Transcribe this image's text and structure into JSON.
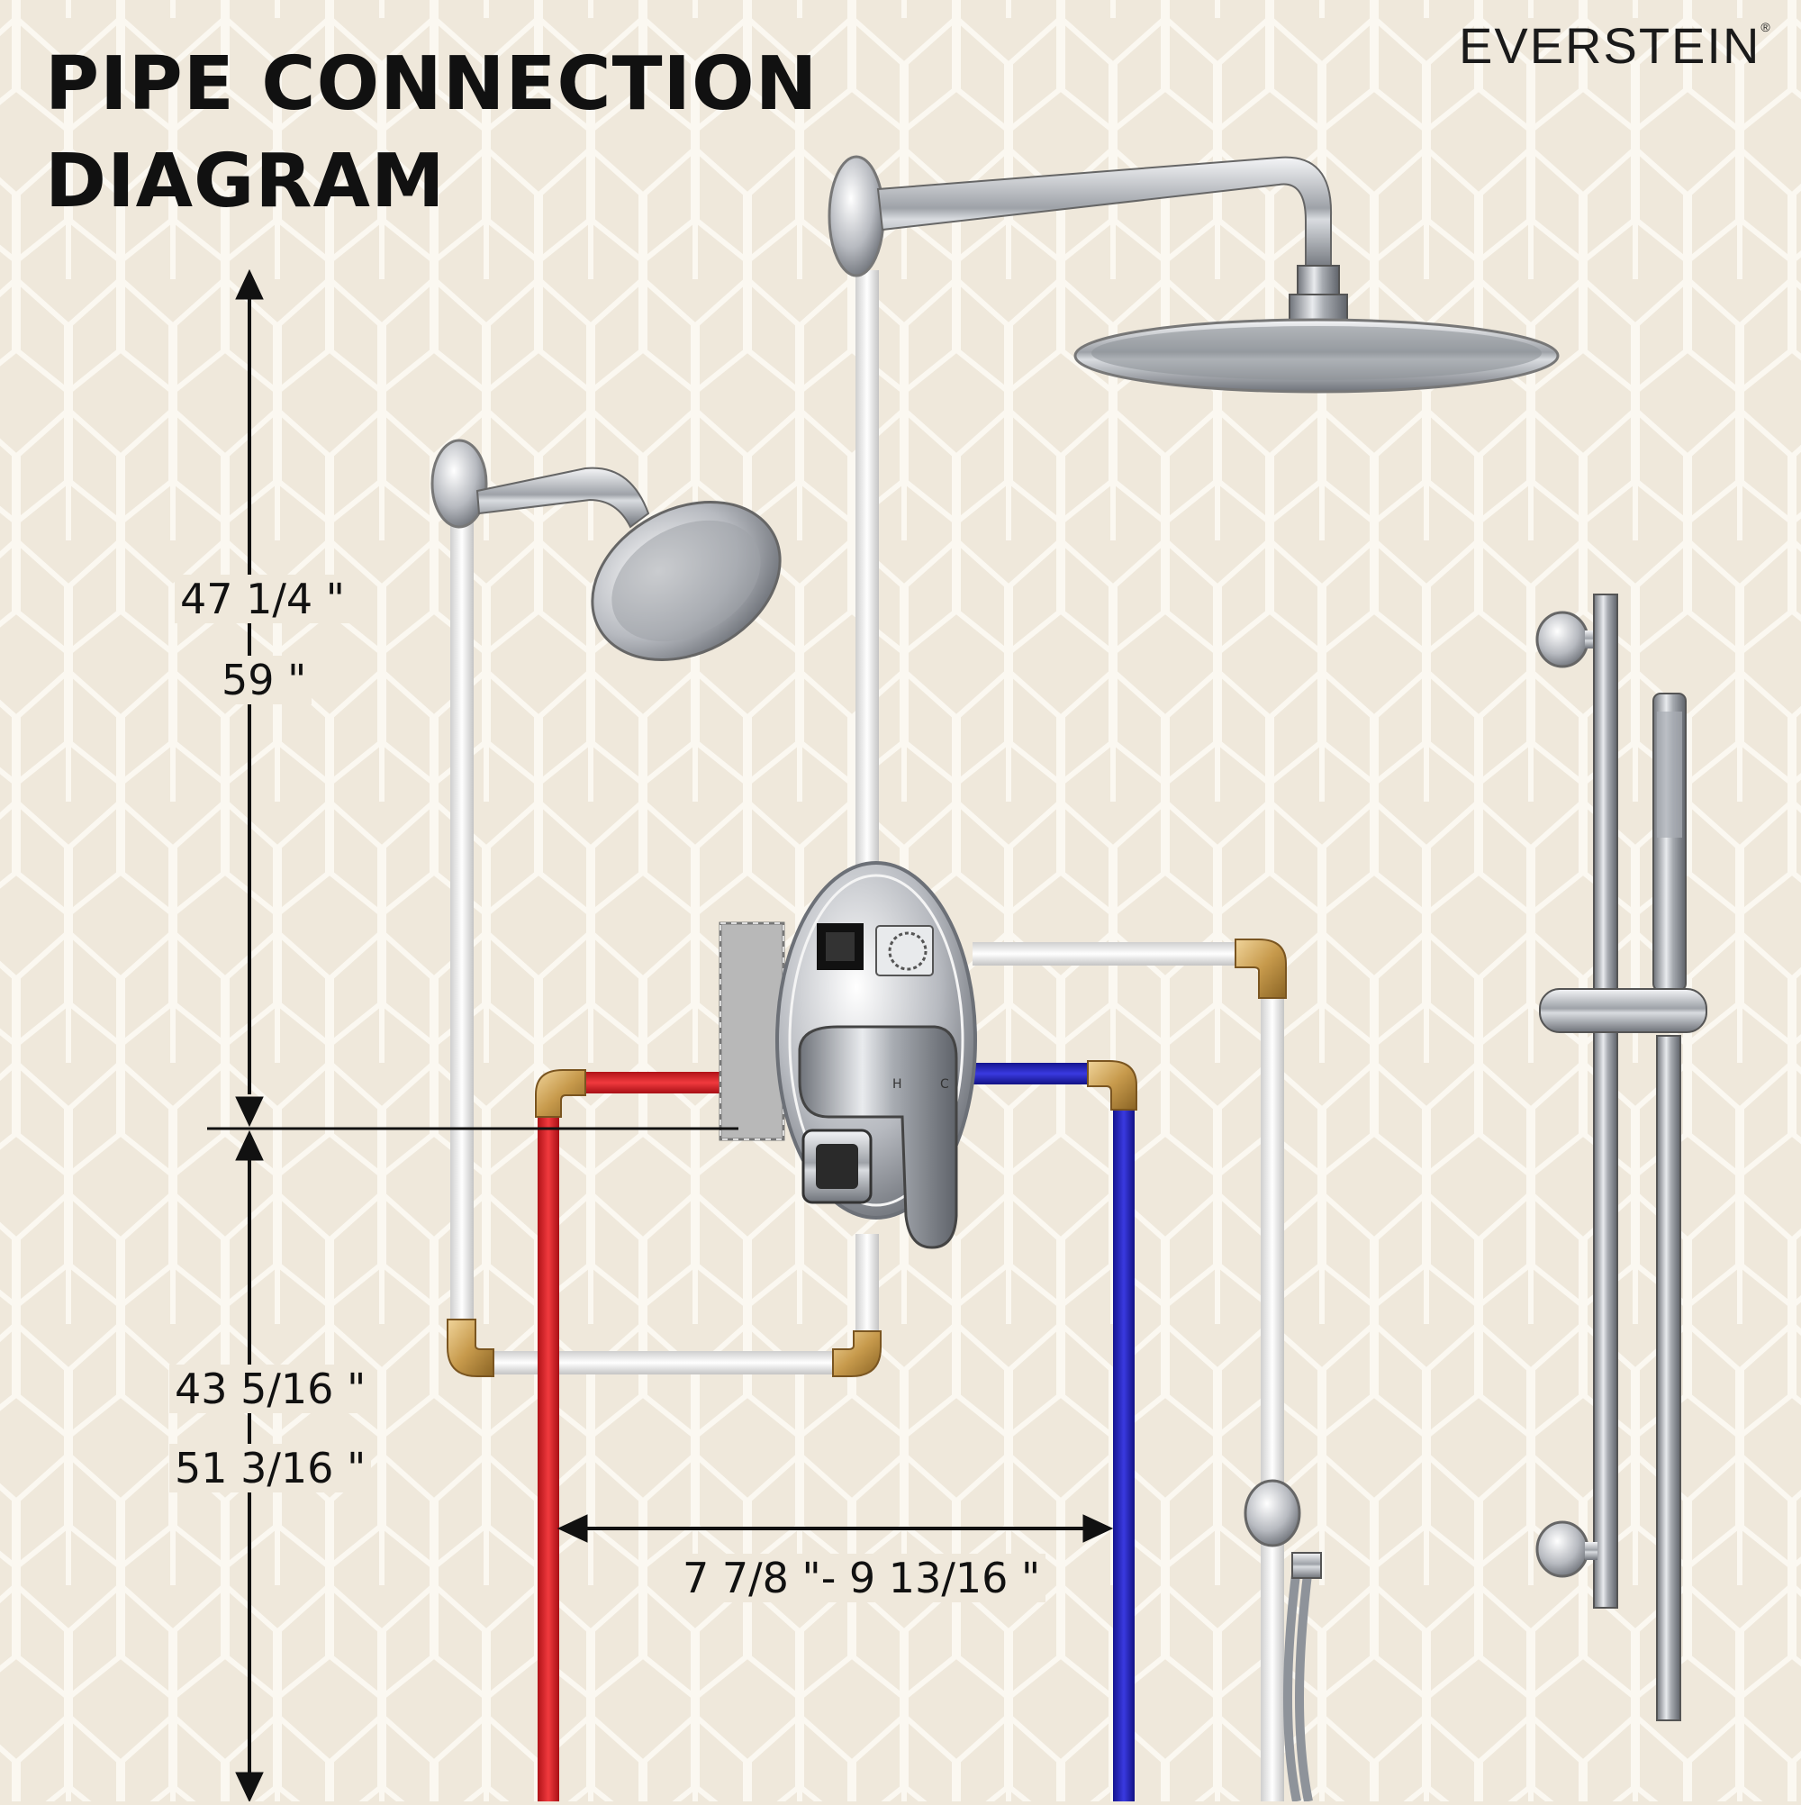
{
  "title": {
    "line1": "PIPE CONNECTION",
    "line2": "DIAGRAM"
  },
  "brand": {
    "name": "EVERSTEIN",
    "mark": "®"
  },
  "dimensions": {
    "upper": {
      "line1": "47 1/4 \"",
      "line2": "59 \""
    },
    "lower": {
      "line1": "43 5/16 \"",
      "line2": "51 3/16 \""
    },
    "spacing": "7 7/8 \"- 9 13/16 \""
  },
  "valve_labels": {
    "hot": "H",
    "cold": "C"
  },
  "colors": {
    "wall": "#efe8db",
    "hot_pipe": "#e0262b",
    "cold_pipe": "#2424c8",
    "white_pipe": "#f2f2f2",
    "brass": "#c79a4c",
    "chrome": "#b9bcc2"
  }
}
